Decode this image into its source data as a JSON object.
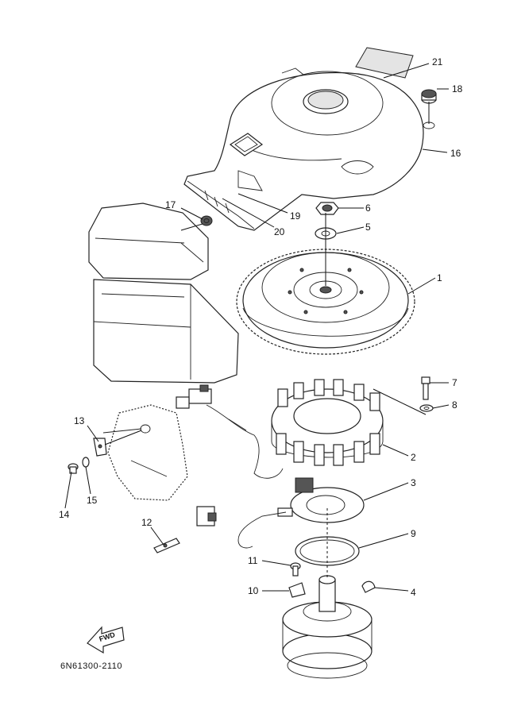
{
  "diagram": {
    "code": "6N61300-2110",
    "direction_label": "FWD",
    "callouts": [
      {
        "id": "c1",
        "label": "1"
      },
      {
        "id": "c2",
        "label": "2"
      },
      {
        "id": "c3",
        "label": "3"
      },
      {
        "id": "c4",
        "label": "4"
      },
      {
        "id": "c5",
        "label": "5"
      },
      {
        "id": "c6",
        "label": "6"
      },
      {
        "id": "c7",
        "label": "7"
      },
      {
        "id": "c8",
        "label": "8"
      },
      {
        "id": "c9",
        "label": "9"
      },
      {
        "id": "c10",
        "label": "10"
      },
      {
        "id": "c11",
        "label": "11"
      },
      {
        "id": "c12",
        "label": "12"
      },
      {
        "id": "c13",
        "label": "13"
      },
      {
        "id": "c14",
        "label": "14"
      },
      {
        "id": "c15",
        "label": "15"
      },
      {
        "id": "c16",
        "label": "16"
      },
      {
        "id": "c17",
        "label": "17"
      },
      {
        "id": "c18",
        "label": "18"
      },
      {
        "id": "c19",
        "label": "19"
      },
      {
        "id": "c20",
        "label": "20"
      },
      {
        "id": "c21",
        "label": "21"
      }
    ]
  }
}
